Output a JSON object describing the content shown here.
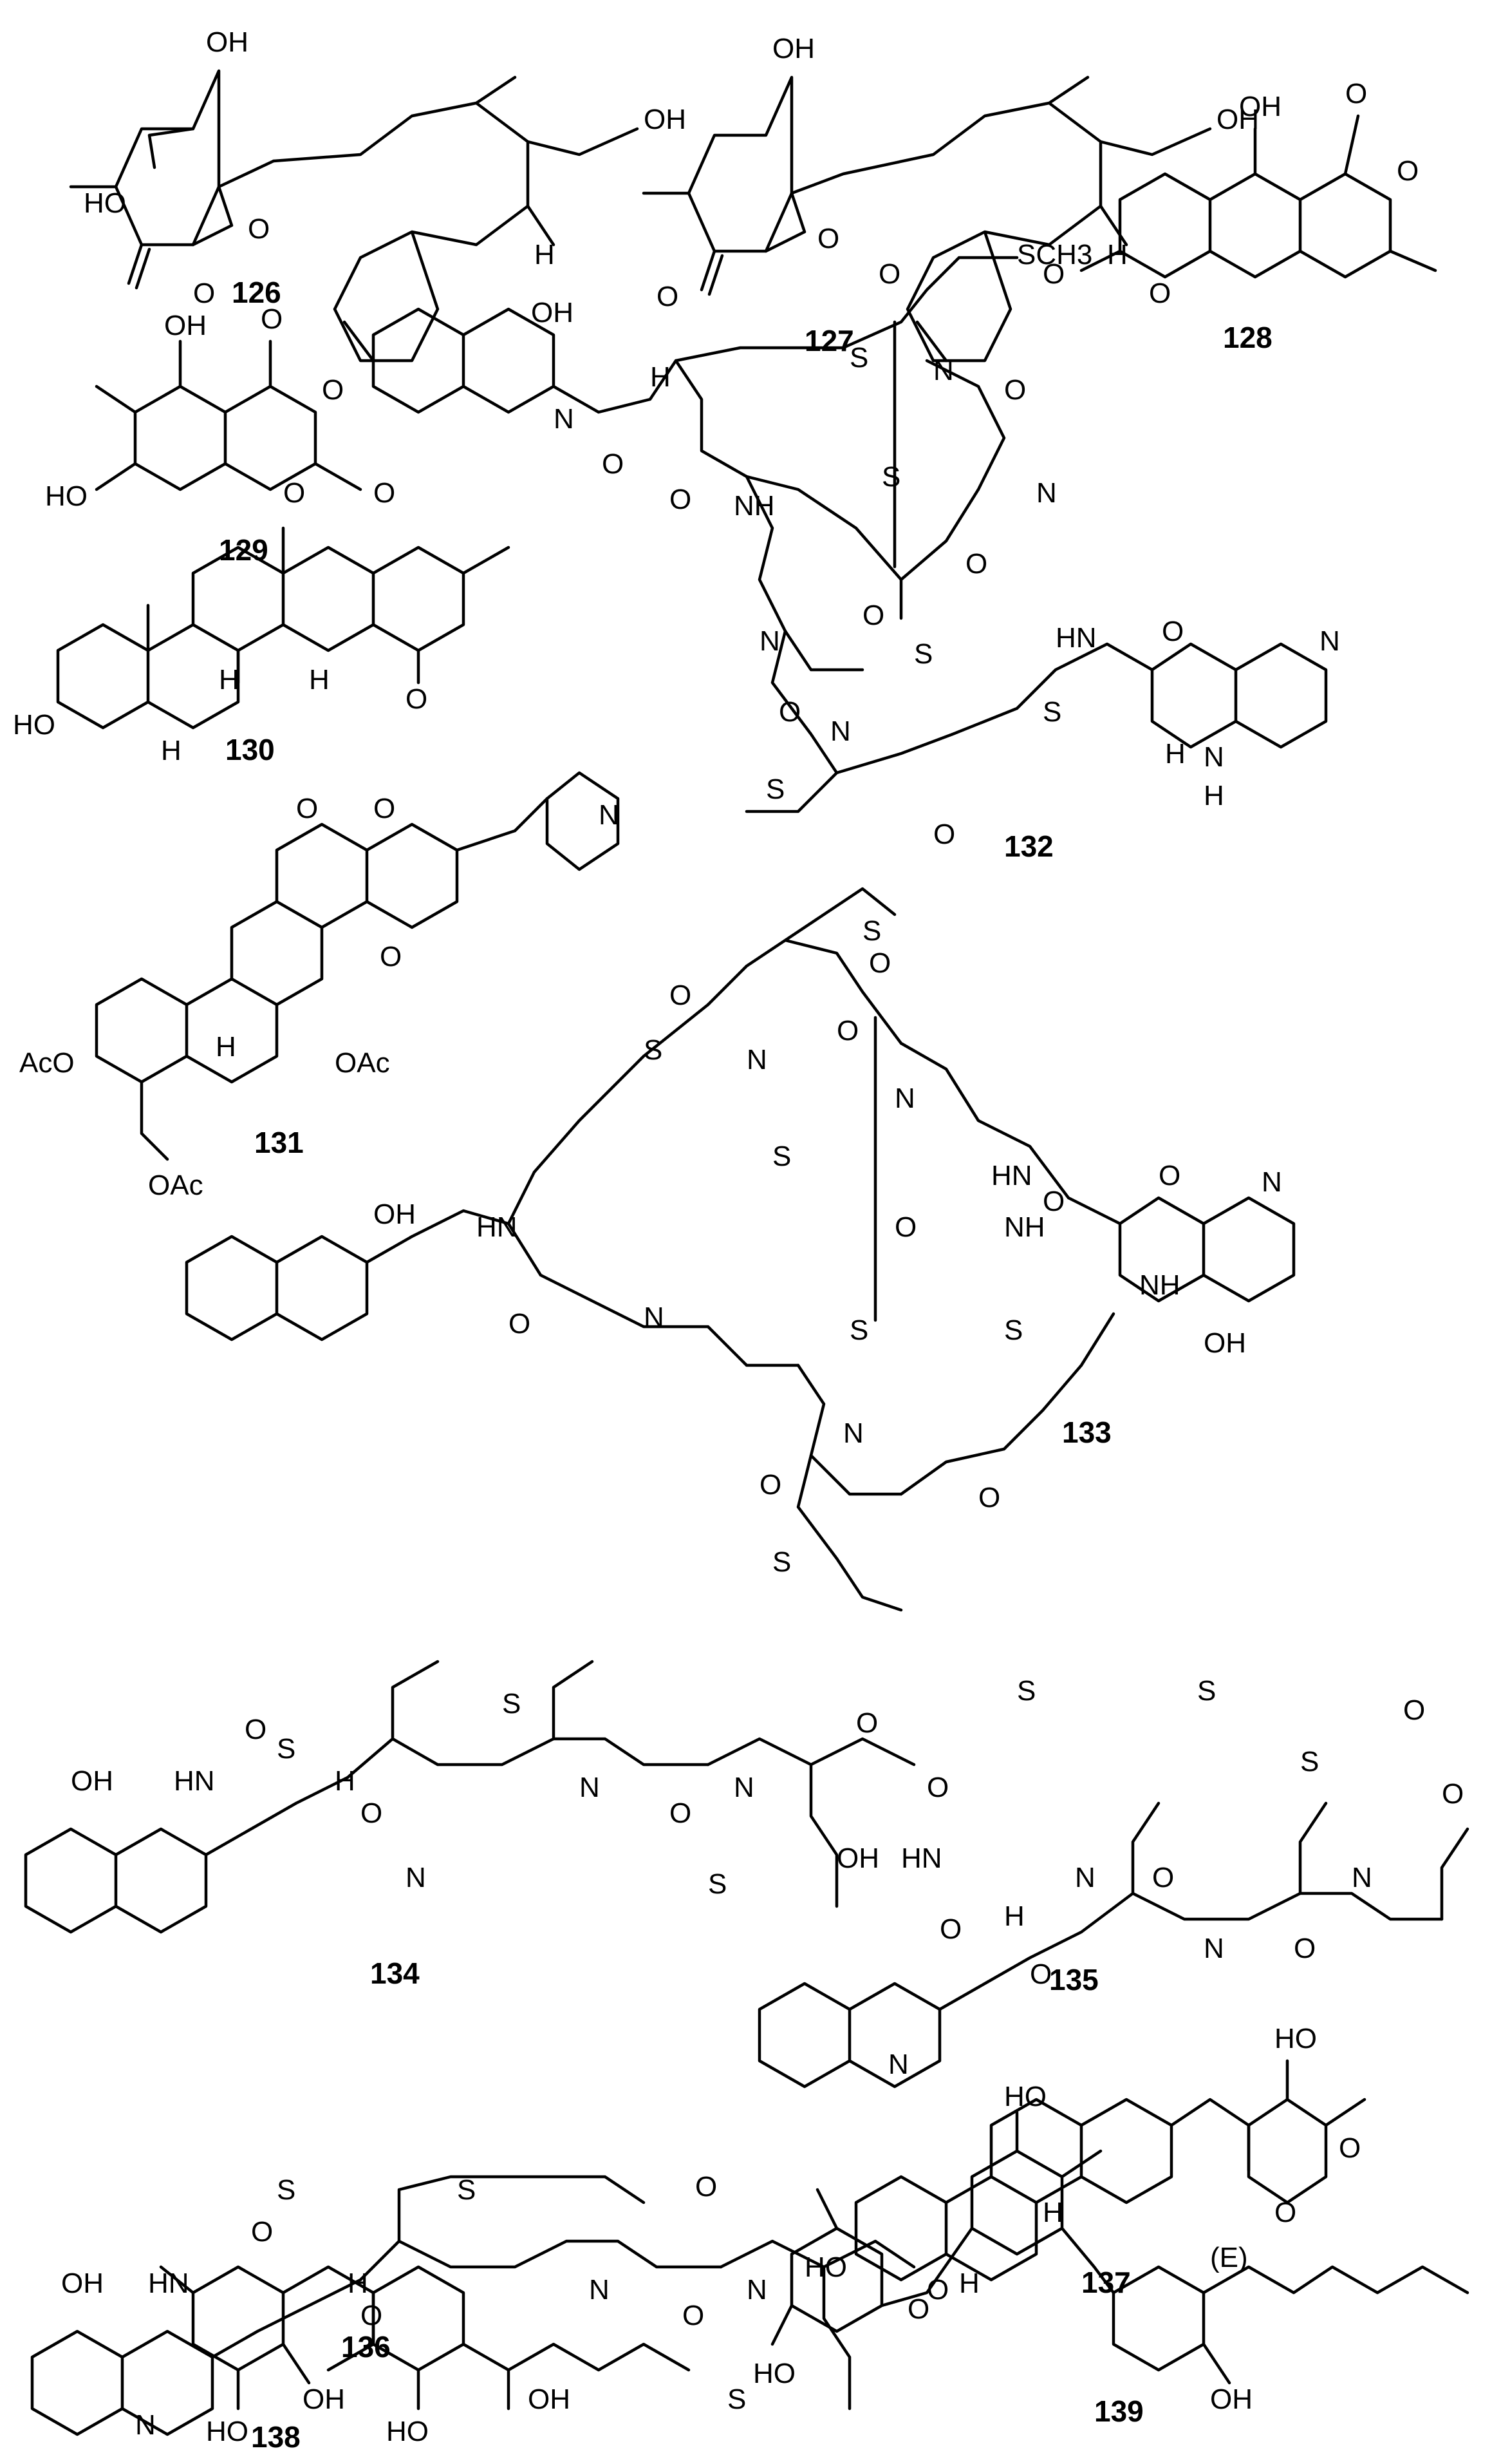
{
  "figure": {
    "compounds": [
      {
        "id": "126",
        "label": "126",
        "atoms": [
          "OH",
          "HO",
          "O",
          "O",
          "H",
          "OH"
        ]
      },
      {
        "id": "127",
        "label": "127",
        "atoms": [
          "OH",
          "O",
          "O",
          "H",
          "OH"
        ]
      },
      {
        "id": "128",
        "label": "128",
        "atoms": [
          "OH",
          "O",
          "O",
          "O",
          "O"
        ]
      },
      {
        "id": "129",
        "label": "129",
        "atoms": [
          "OH",
          "O",
          "O",
          "HO"
        ]
      },
      {
        "id": "130",
        "label": "130",
        "atoms": [
          "O",
          "O",
          "O",
          "HO",
          "H",
          "H",
          "H"
        ]
      },
      {
        "id": "131",
        "label": "131",
        "atoms": [
          "O",
          "O",
          "N",
          "O",
          "AcO",
          "OAc",
          "OAc",
          "H"
        ]
      },
      {
        "id": "132",
        "label": "132",
        "atoms": [
          "OH",
          "N",
          "H",
          "O",
          "S",
          "O",
          "SCH3",
          "N",
          "N",
          "O",
          "O",
          "NH",
          "S",
          "O",
          "HN",
          "O",
          "N",
          "S",
          "O",
          "N",
          "S",
          "S",
          "O",
          "N",
          "H",
          "O",
          "N",
          "H"
        ]
      },
      {
        "id": "133",
        "label": "133",
        "atoms": [
          "O",
          "S",
          "O",
          "S",
          "N",
          "O",
          "N",
          "OH",
          "HN",
          "S",
          "O",
          "NH",
          "O",
          "HN",
          "O",
          "NH",
          "N",
          "OH",
          "O",
          "N",
          "S",
          "S",
          "O",
          "N",
          "O",
          "S"
        ]
      },
      {
        "id": "134",
        "label": "134",
        "atoms": [
          "S",
          "S",
          "OH",
          "HN",
          "H",
          "O",
          "N",
          "N",
          "O",
          "O",
          "O",
          "N",
          "O",
          "S"
        ]
      },
      {
        "id": "135",
        "label": "135",
        "atoms": [
          "S",
          "S",
          "S",
          "O",
          "OH",
          "HN",
          "H",
          "O",
          "N",
          "N",
          "O",
          "O",
          "O",
          "N",
          "O",
          "N"
        ]
      },
      {
        "id": "136",
        "label": "136",
        "atoms": [
          "S",
          "S",
          "O",
          "OH",
          "HN",
          "H",
          "O",
          "N",
          "N",
          "O",
          "O",
          "N",
          "O",
          "S"
        ]
      },
      {
        "id": "137",
        "label": "137",
        "atoms": [
          "HO",
          "O",
          "O",
          "HO",
          "H",
          "H"
        ]
      },
      {
        "id": "138",
        "label": "138",
        "atoms": [
          "OH",
          "HO",
          "HO",
          "OH"
        ]
      },
      {
        "id": "139",
        "label": "139",
        "atoms": [
          "HO",
          "O",
          "HO",
          "(E)",
          "OH"
        ]
      }
    ]
  }
}
